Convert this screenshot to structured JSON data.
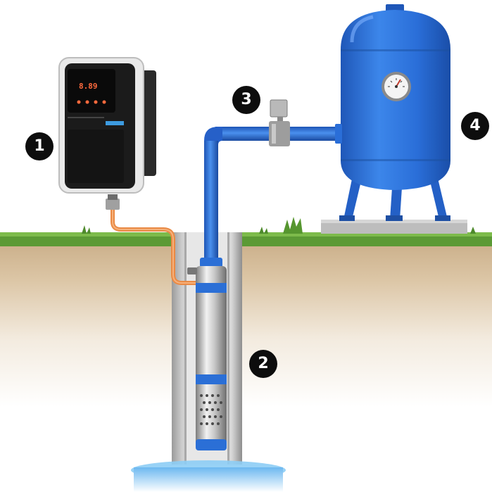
{
  "diagram": {
    "markers": [
      {
        "label": "1",
        "refers_to": "pump-controller"
      },
      {
        "label": "2",
        "refers_to": "submersible-pump"
      },
      {
        "label": "3",
        "refers_to": "pressure-switch"
      },
      {
        "label": "4",
        "refers_to": "pressure-tank"
      }
    ],
    "controller_display": "8.89",
    "colors": {
      "pipe_blue": "#2b6fd6",
      "tank_blue": "#2a6ed8",
      "cable_orange": "#e98a45",
      "controller_body": "#1b1b1b",
      "grass_green": "#5b9a35",
      "soil": "#d9c3a5",
      "water": "#7fc4f2"
    }
  }
}
